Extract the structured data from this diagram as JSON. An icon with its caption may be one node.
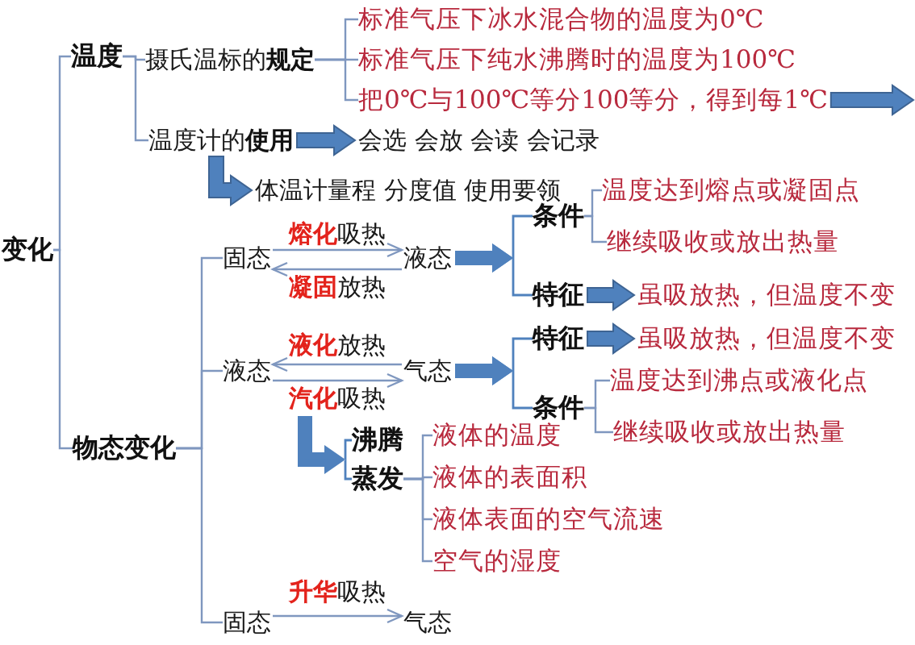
{
  "diagram": {
    "nodes": [
      {
        "text": [
          "变化"
        ]
      },
      {
        "text": [
          "温度"
        ]
      },
      {
        "text": [
          "摄氏温标的**规定**"
        ]
      },
      {
        "text": [
          "标准气压下冰水混合物的温度为0℃"
        ]
      },
      {
        "text": [
          "标准气压下纯水沸腾时的温度为100℃"
        ]
      },
      {
        "text": [
          "把0℃与100℃等分100等分，得到每1℃"
        ]
      },
      {
        "text": [
          "温度计的**使用**"
        ]
      },
      {
        "text": [
          "会选 会放 会读 会记录"
        ]
      },
      {
        "text": [
          "体温计量程 分度值 使用要领"
        ]
      },
      {
        "text": [
          "物态变化"
        ]
      },
      {
        "text": [
          "固态"
        ]
      },
      {
        "text": [
          "液态"
        ]
      },
      {
        "text": [
          "条件"
        ]
      },
      {
        "text": [
          "温度达到熔点或凝固点"
        ]
      },
      {
        "text": [
          "继续吸收或放出热量"
        ]
      },
      {
        "text": [
          "特征"
        ]
      },
      {
        "text": [
          "虽吸放热，但温度不变"
        ]
      },
      {
        "text": [
          "液态"
        ]
      },
      {
        "text": [
          "气态"
        ]
      },
      {
        "text": [
          "特征"
        ]
      },
      {
        "text": [
          "虽吸放热，但温度不变"
        ]
      },
      {
        "text": [
          "条件"
        ]
      },
      {
        "text": [
          "温度达到沸点或液化点"
        ]
      },
      {
        "text": [
          "继续吸收或放出热量"
        ]
      },
      {
        "text": [
          "沸腾"
        ]
      },
      {
        "text": [
          "蒸发"
        ]
      },
      {
        "text": [
          "液体的温度"
        ]
      },
      {
        "text": [
          "液体的表面积"
        ]
      },
      {
        "text": [
          "液体表面的空气流速"
        ]
      },
      {
        "text": [
          "空气的湿度"
        ]
      },
      {
        "text": [
          "固态"
        ]
      },
      {
        "text": [
          "气态"
        ]
      }
    ],
    "edges": [
      {
        "from": 0,
        "to": 1,
        "arrow": "none"
      },
      {
        "from": 0,
        "to": 9,
        "arrow": "none"
      },
      {
        "from": 1,
        "to": 2,
        "arrow": "none"
      },
      {
        "from": 1,
        "to": 6,
        "arrow": "none"
      },
      {
        "from": 2,
        "to": 3,
        "arrow": "none"
      },
      {
        "from": 2,
        "to": 4,
        "arrow": "none"
      },
      {
        "from": 2,
        "to": 5,
        "arrow": "none"
      },
      {
        "from": 5,
        "to": null,
        "arrow": "to",
        "style": "thick"
      },
      {
        "from": 6,
        "to": 7,
        "arrow": "to",
        "style": "thick"
      },
      {
        "from": 6,
        "to": 8,
        "arrow": "to",
        "style": "thick"
      },
      {
        "from": 9,
        "to": 10,
        "arrow": "none"
      },
      {
        "from": 9,
        "to": 17,
        "arrow": "none"
      },
      {
        "from": 9,
        "to": 30,
        "arrow": "none"
      },
      {
        "from": 10,
        "to": 11,
        "arrow": "to",
        "label": "**熔化**吸热"
      },
      {
        "from": 11,
        "to": 10,
        "arrow": "to",
        "label": "**凝固**放热"
      },
      {
        "from": 11,
        "to": 12,
        "arrow": "to",
        "style": "thick"
      },
      {
        "from": 11,
        "to": 15,
        "arrow": "to",
        "style": "thick"
      },
      {
        "from": 12,
        "to": 13,
        "arrow": "none"
      },
      {
        "from": 12,
        "to": 14,
        "arrow": "none"
      },
      {
        "from": 15,
        "to": 16,
        "arrow": "to",
        "style": "thick"
      },
      {
        "from": 18,
        "to": 17,
        "arrow": "to",
        "label": "**液化**放热"
      },
      {
        "from": 17,
        "to": 18,
        "arrow": "to",
        "label": "**汽化**吸热"
      },
      {
        "from": 18,
        "to": 19,
        "arrow": "to",
        "style": "thick"
      },
      {
        "from": 18,
        "to": 21,
        "arrow": "to",
        "style": "thick"
      },
      {
        "from": 19,
        "to": 20,
        "arrow": "to",
        "style": "thick"
      },
      {
        "from": 21,
        "to": 22,
        "arrow": "none"
      },
      {
        "from": 21,
        "to": 23,
        "arrow": "none"
      },
      {
        "from": null,
        "to": 24,
        "arrow": "to",
        "style": "thick"
      },
      {
        "from": null,
        "to": 25,
        "arrow": "to",
        "style": "thick"
      },
      {
        "from": 25,
        "to": 26,
        "arrow": "none"
      },
      {
        "from": 25,
        "to": 27,
        "arrow": "none"
      },
      {
        "from": 25,
        "to": 28,
        "arrow": "none"
      },
      {
        "from": 25,
        "to": 29,
        "arrow": "none"
      },
      {
        "from": 30,
        "to": 31,
        "arrow": "to",
        "label": "**升华**吸热"
      }
    ]
  }
}
